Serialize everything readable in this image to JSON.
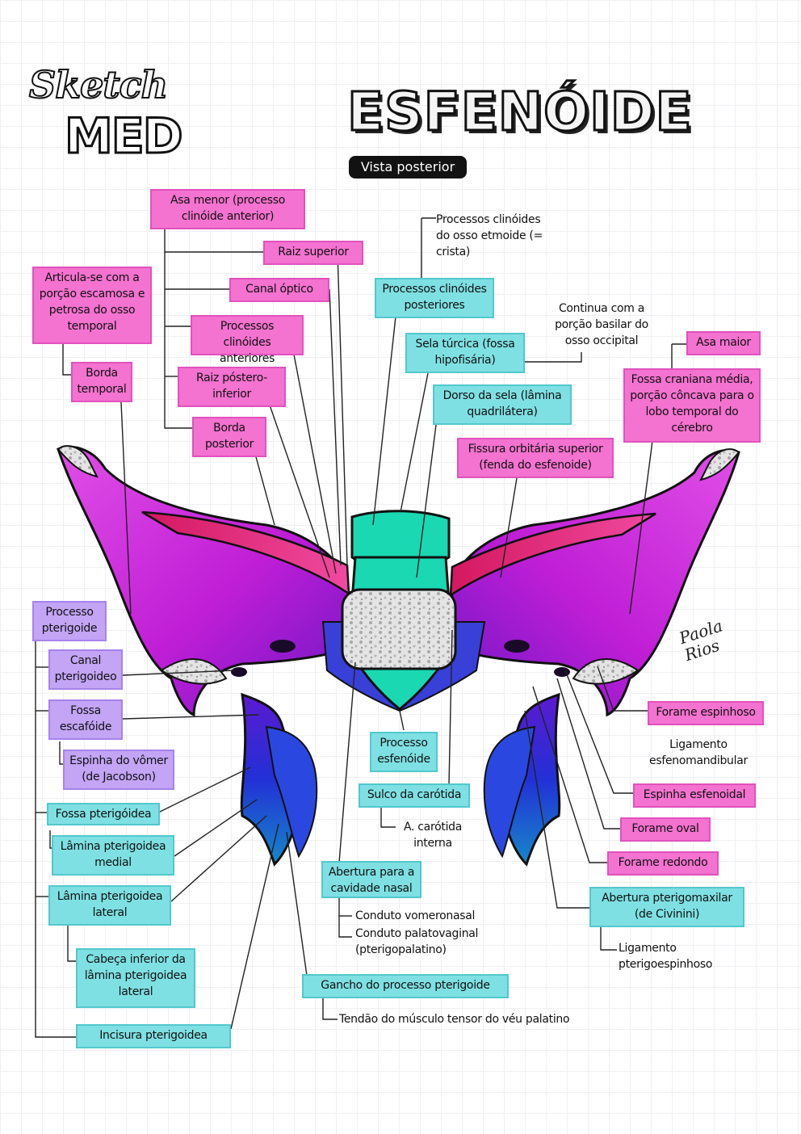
{
  "logo": {
    "line1": "Sketch",
    "line2": "MED"
  },
  "title": "ESFENÓIDE",
  "subtitle": "Vista posterior",
  "signature": {
    "line1": "Paola",
    "line2": "Rios"
  },
  "labels": {
    "asa_menor": "Asa menor (processo clinóide anterior)",
    "raiz_superior": "Raiz superior",
    "canal_optico": "Canal óptico",
    "processos_clinoides_anteriores": "Processos clinóides anteriores",
    "raiz_postero_inferior": "Raiz póstero-inferior",
    "borda_posterior": "Borda posterior",
    "articula_se": "Articula-se com a porção escamosa e petrosa do osso temporal",
    "borda_temporal": "Borda temporal",
    "processos_clinoides_etmoide": "Processos clinóides do osso etmoide (= crista)",
    "processos_clinoides_posteriores": "Processos clinóides posteriores",
    "continua_com": "Continua com a porção basilar do osso occipital",
    "sela_turcica": "Sela túrcica (fossa hipofisária)",
    "dorso_da_sela": "Dorso da sela (lâmina quadrilátera)",
    "asa_maior": "Asa maior",
    "fossa_craniana_media": "Fossa craniana média, porção côncava para o lobo temporal do cérebro",
    "fissura_orbitaria": "Fissura orbitária superior (fenda do esfenoide)",
    "processo_pterigoide": "Processo pterigoide",
    "canal_pterigoideo": "Canal pterigoideo",
    "fossa_escafoide": "Fossa escafóide",
    "espinha_do_vomer": "Espinha do vômer (de Jacobson)",
    "fossa_pterigoidea": "Fossa pterigóidea",
    "lamina_pterigoidea_medial": "Lâmina pterigoidea medial",
    "lamina_pterigoidea_lateral": "Lâmina pterigoidea lateral",
    "cabeca_inferior": "Cabeça inferior da lâmina pterigoidea lateral",
    "incisura_pterigoidea": "Incisura pterigoidea",
    "processo_esfenoide": "Processo esfenóide",
    "sulco_da_carotida": "Sulco da carótida",
    "a_carotida_interna": "A. carótida interna",
    "abertura_cavidade_nasal": "Abertura para a cavidade nasal",
    "conduto_vomeronasal": "Conduto vomeronasal",
    "conduto_palatovaginal": "Conduto palatovaginal (pterigopalatino)",
    "gancho_processo_pterigoide": "Gancho do processo pterigoide",
    "tendao_musculo": "Tendão do músculo tensor do véu palatino",
    "forame_espinhoso": "Forame espinhoso",
    "ligamento_esfenomandibular": "Ligamento esfenomandibular",
    "espinha_esfenoidal": "Espinha esfenoidal",
    "forame_oval": "Forame oval",
    "forame_redondo": "Forame redondo",
    "abertura_pterigomaxilar": "Abertura pterigomaxilar (de Civinini)",
    "ligamento_pterigoespinhoso": "Ligamento pterigoespinhoso"
  },
  "colors": {
    "pink_label": "#f472d0",
    "teal_label": "#7fe0e3",
    "violet_label": "#c3a4f5",
    "bone_magenta": "#c21ed8",
    "bone_purple": "#7a18c9",
    "bone_blue": "#1b2bd0",
    "bone_teal": "#16d6b0",
    "bone_red": "#e0206a"
  }
}
